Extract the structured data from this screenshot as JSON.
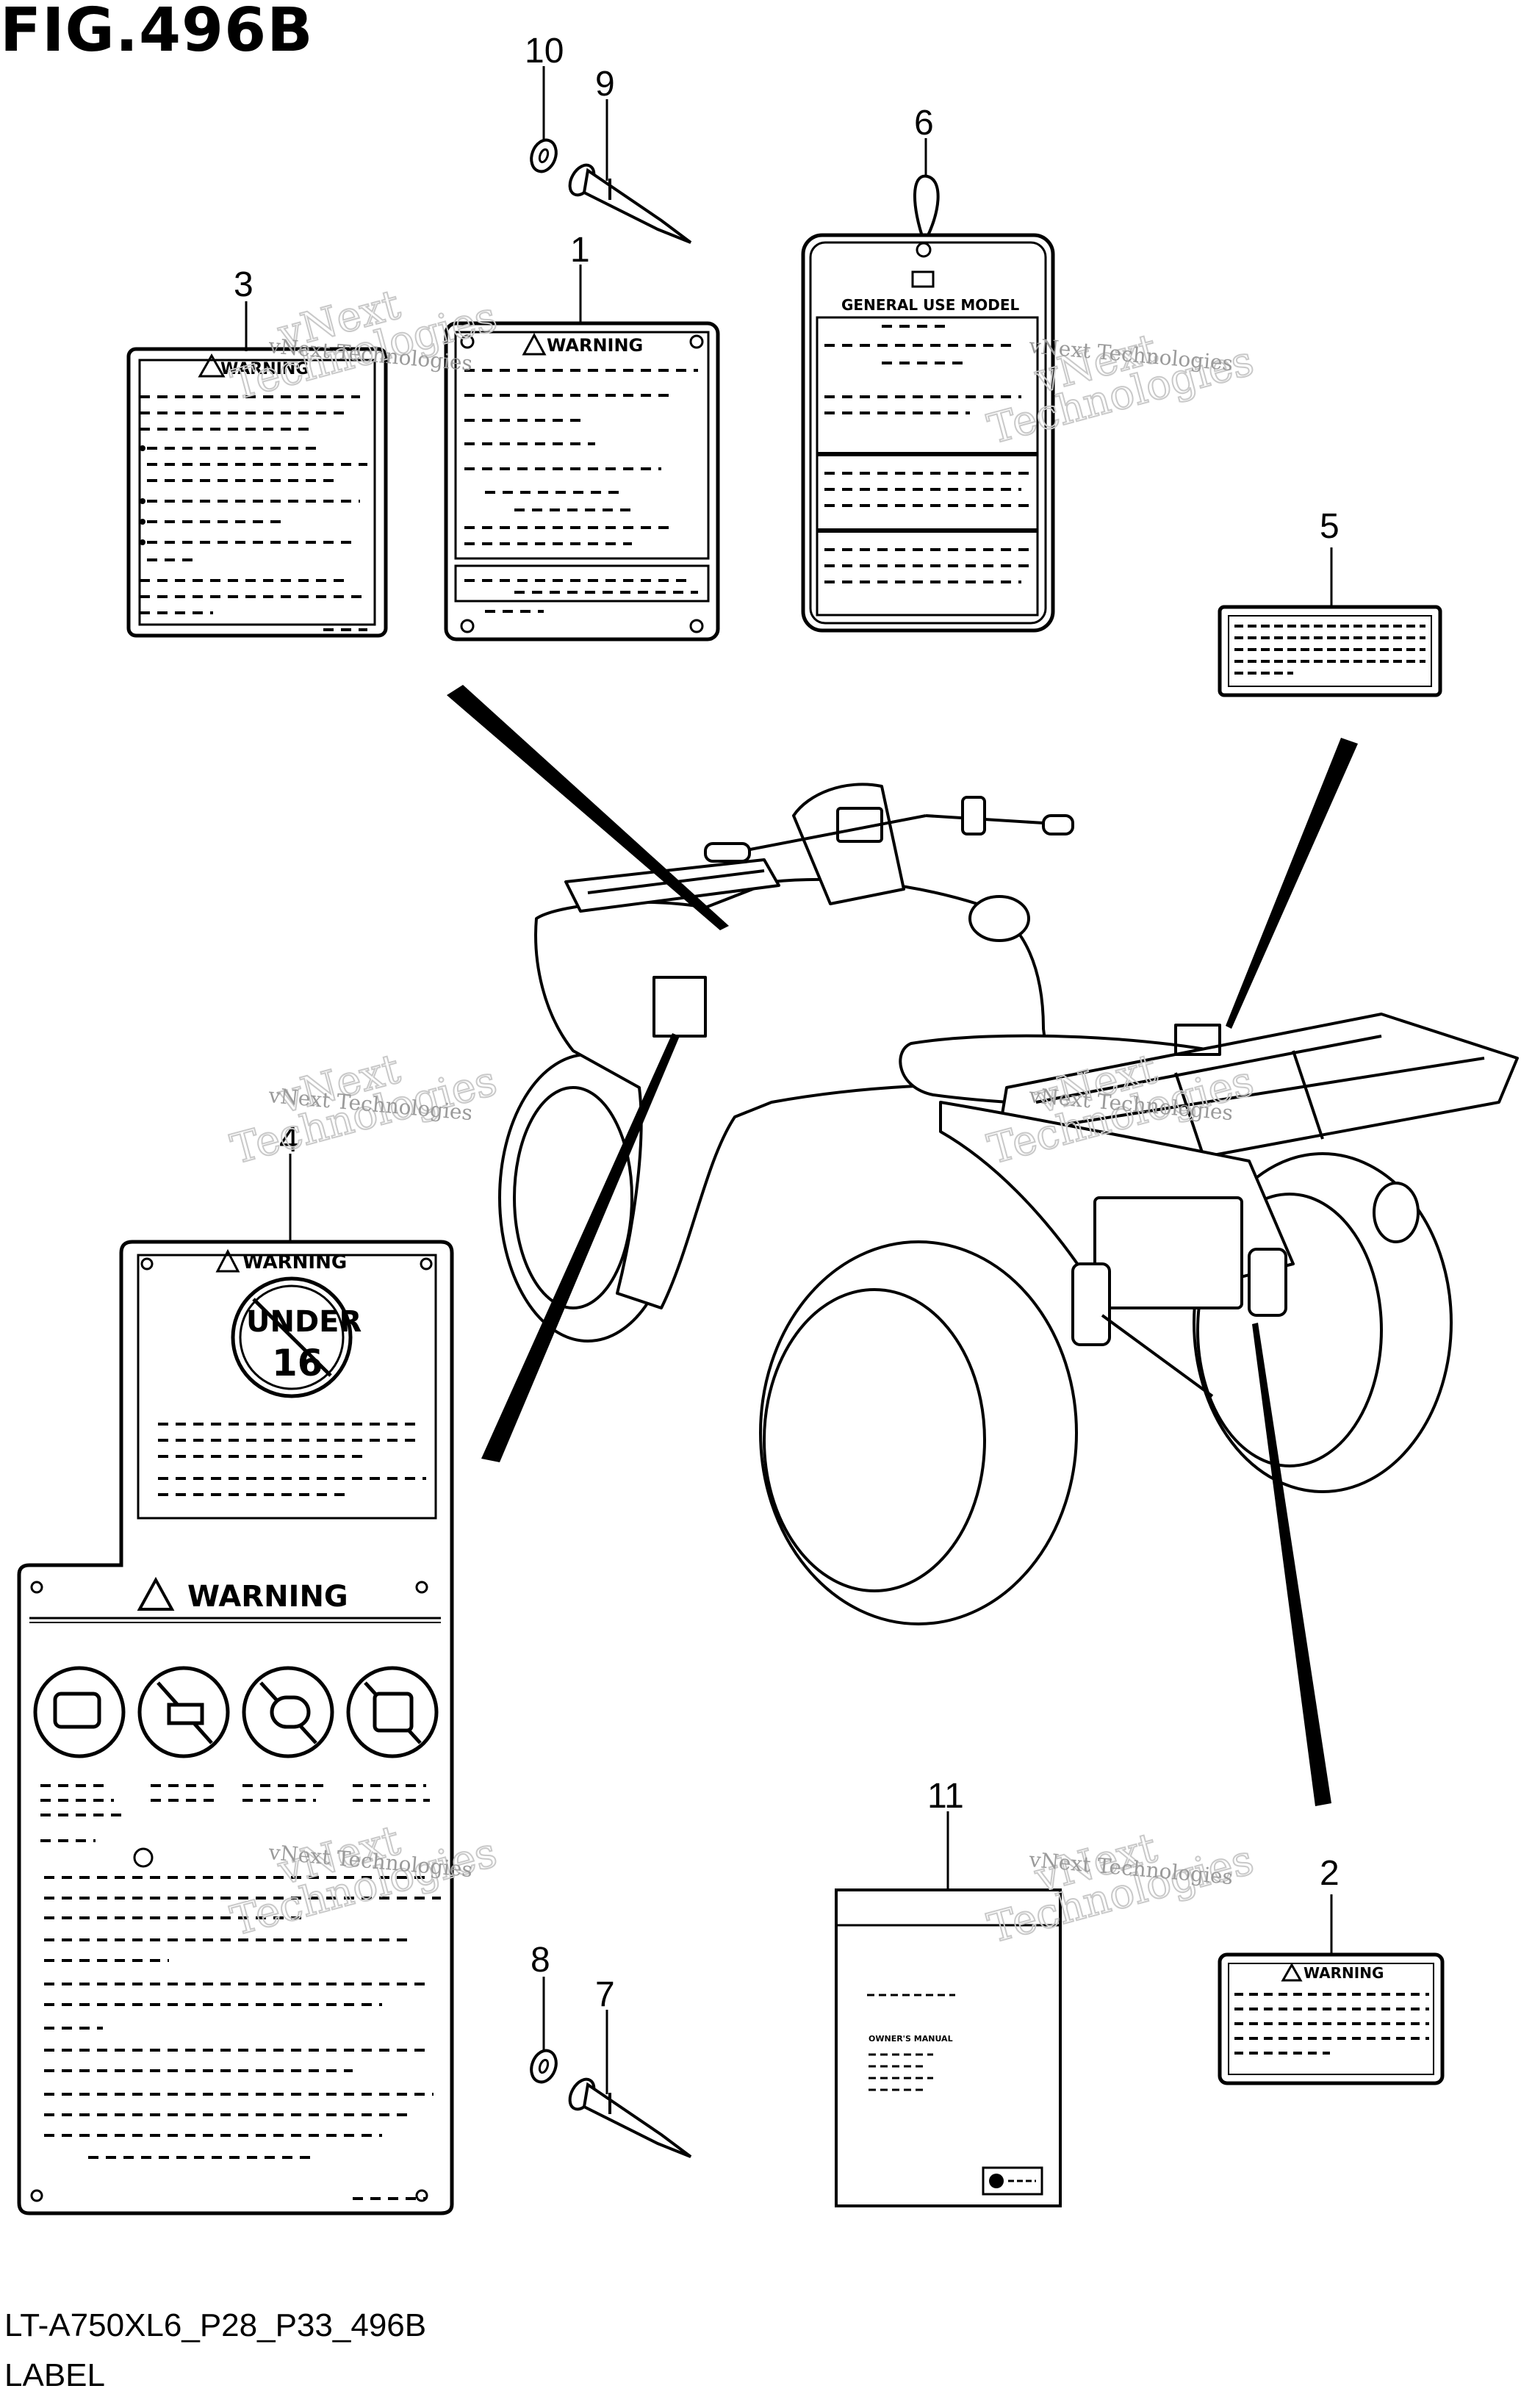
{
  "figure": {
    "title": "FIG.496B",
    "code": "LT-A750XL6_P28_P33_496B",
    "section": "LABEL"
  },
  "callouts": [
    "1",
    "2",
    "3",
    "4",
    "5",
    "6",
    "7",
    "8",
    "9",
    "10",
    "11"
  ],
  "labels": {
    "warning": "WARNING",
    "warning_big": "WARNING",
    "general_use": "GENERAL USE MODEL",
    "under": "UNDER",
    "age": "16",
    "owners_manual": "OWNER'S MANUAL"
  },
  "watermark": {
    "line1": "vNext",
    "line2": "Technologies",
    "line3": "vNext Technologies"
  },
  "colors": {
    "ink": "#000000",
    "paper": "#ffffff",
    "watermark": "#c9c9c9"
  }
}
